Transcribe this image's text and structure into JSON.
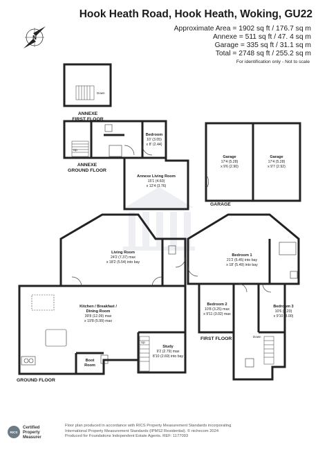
{
  "header": {
    "title": "Hook Heath Road, Hook Heath, Woking, GU22",
    "approx_area": "Approximate Area = 1902 sq ft / 176.7 sq m",
    "annexe_area": "Annexe = 511 sq ft / 47. 4 sq m",
    "garage_area": "Garage = 335 sq ft / 31.1 sq m",
    "total_area": "Total = 2748 sq ft / 255.2 sq m",
    "note": "For identification only - Not to scale"
  },
  "compass": {
    "label": "N"
  },
  "floors": {
    "annexe_first": "ANNEXE\nFIRST FLOOR",
    "annexe_ground": "ANNEXE\nGROUND FLOOR",
    "garage": "GARAGE",
    "ground": "GROUND FLOOR",
    "first": "FIRST FLOOR"
  },
  "rooms": {
    "annexe_bedroom": {
      "name": "Bedroom",
      "dim1": "10' (3.05)",
      "dim2": "x 8' (2.44)"
    },
    "annexe_living": {
      "name": "Annexe Living Room",
      "dim1": "15'1 (4.60)",
      "dim2": "x 12'4 (3.76)"
    },
    "garage1": {
      "name": "Garage",
      "dim1": "17'4 (5.28)",
      "dim2": "x 9'6 (2.90)"
    },
    "garage2": {
      "name": "Garage",
      "dim1": "17'4 (5.28)",
      "dim2": "x 9'7 (2.92)"
    },
    "living": {
      "name": "Living Room",
      "dim1": "24'2 (7.37) max",
      "dim2": "x 18'2 (5.54) into bay"
    },
    "kitchen": {
      "name": "Kitchen / Breakfast /",
      "name2": "Dining Room",
      "dim1": "39'8 (12.09) max",
      "dim2": "x 19'8 (5.99) max"
    },
    "boot": {
      "name": "Boot",
      "name2": "Room"
    },
    "study": {
      "name": "Study",
      "dim1": "9'2 (2.79) max",
      "dim2": "8'10 (2.69) into bay"
    },
    "bedroom1": {
      "name": "Bedroom 1",
      "dim1": "21'2 (6.45) into bay",
      "dim2": "x 18' (5.49) into bay"
    },
    "bedroom2": {
      "name": "Bedroom 2",
      "dim1": "10'8 (3.25) max",
      "dim2": "x 9'11 (3.02) max"
    },
    "bedroom3": {
      "name": "Bedroom 3",
      "dim1": "10'6 (3.20)",
      "dim2": "x 9'10 (3.00)"
    }
  },
  "markers": {
    "up": "Up",
    "down": "Down"
  },
  "footer": {
    "badge_line1": "Certified",
    "badge_line2": "Property",
    "badge_line3": "Measurer",
    "rics": "RICS",
    "line1": "Floor plan produced in accordance with RICS Property Measurement Standards incorporating",
    "line2": "International Property Measurement Standards (IPMS2 Residential). © nichecom 2024",
    "line3": "Produced for Foundations Independent Estate Agents.   REF:  1177093"
  }
}
